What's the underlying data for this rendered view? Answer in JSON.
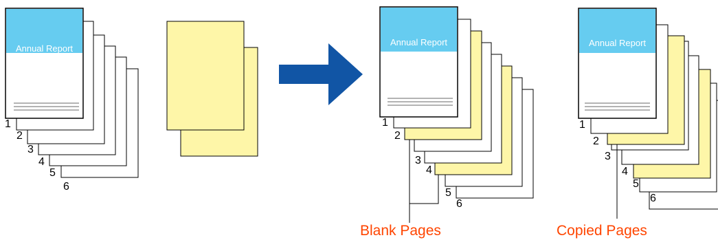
{
  "cover_title": "Annual Report",
  "page_numbers": [
    "1",
    "2",
    "3",
    "4",
    "5",
    "6"
  ],
  "captions": {
    "blank": "Blank Pages",
    "copied": "Copied Pages"
  },
  "colors": {
    "cover_band": "#66ccf0",
    "insert_paper": "#fef6a8",
    "arrow": "#1155a5",
    "caption": "#ff4500",
    "stroke": "#000000"
  }
}
